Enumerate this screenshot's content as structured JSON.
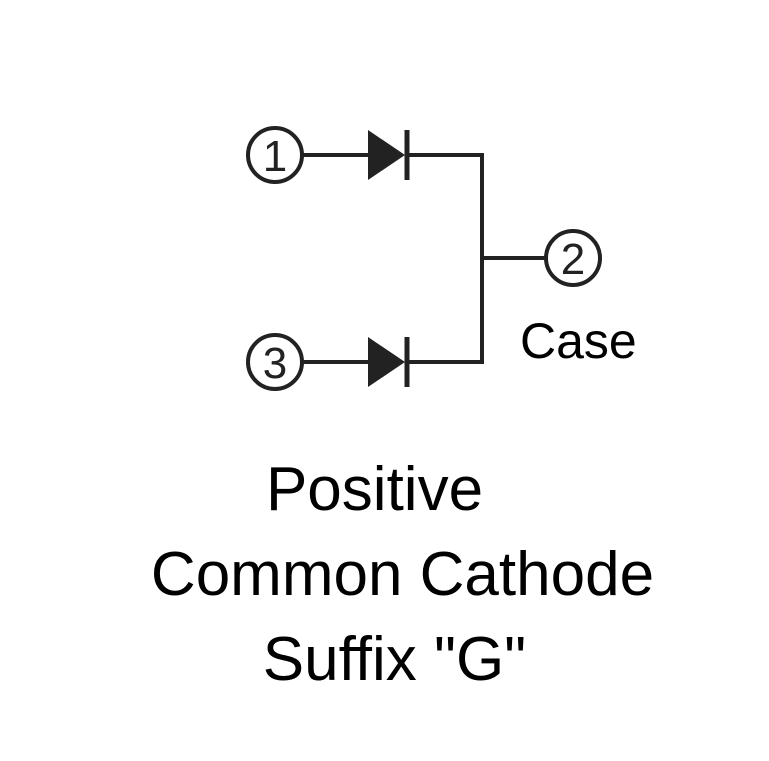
{
  "diagram": {
    "pin_1_label": "1",
    "pin_2_label": "2",
    "pin_3_label": "3",
    "case_label": "Case",
    "stroke_color": "#222222"
  },
  "caption": {
    "line_1": "Positive",
    "line_2": "Common Cathode",
    "line_3": "Suffix \"G\""
  }
}
